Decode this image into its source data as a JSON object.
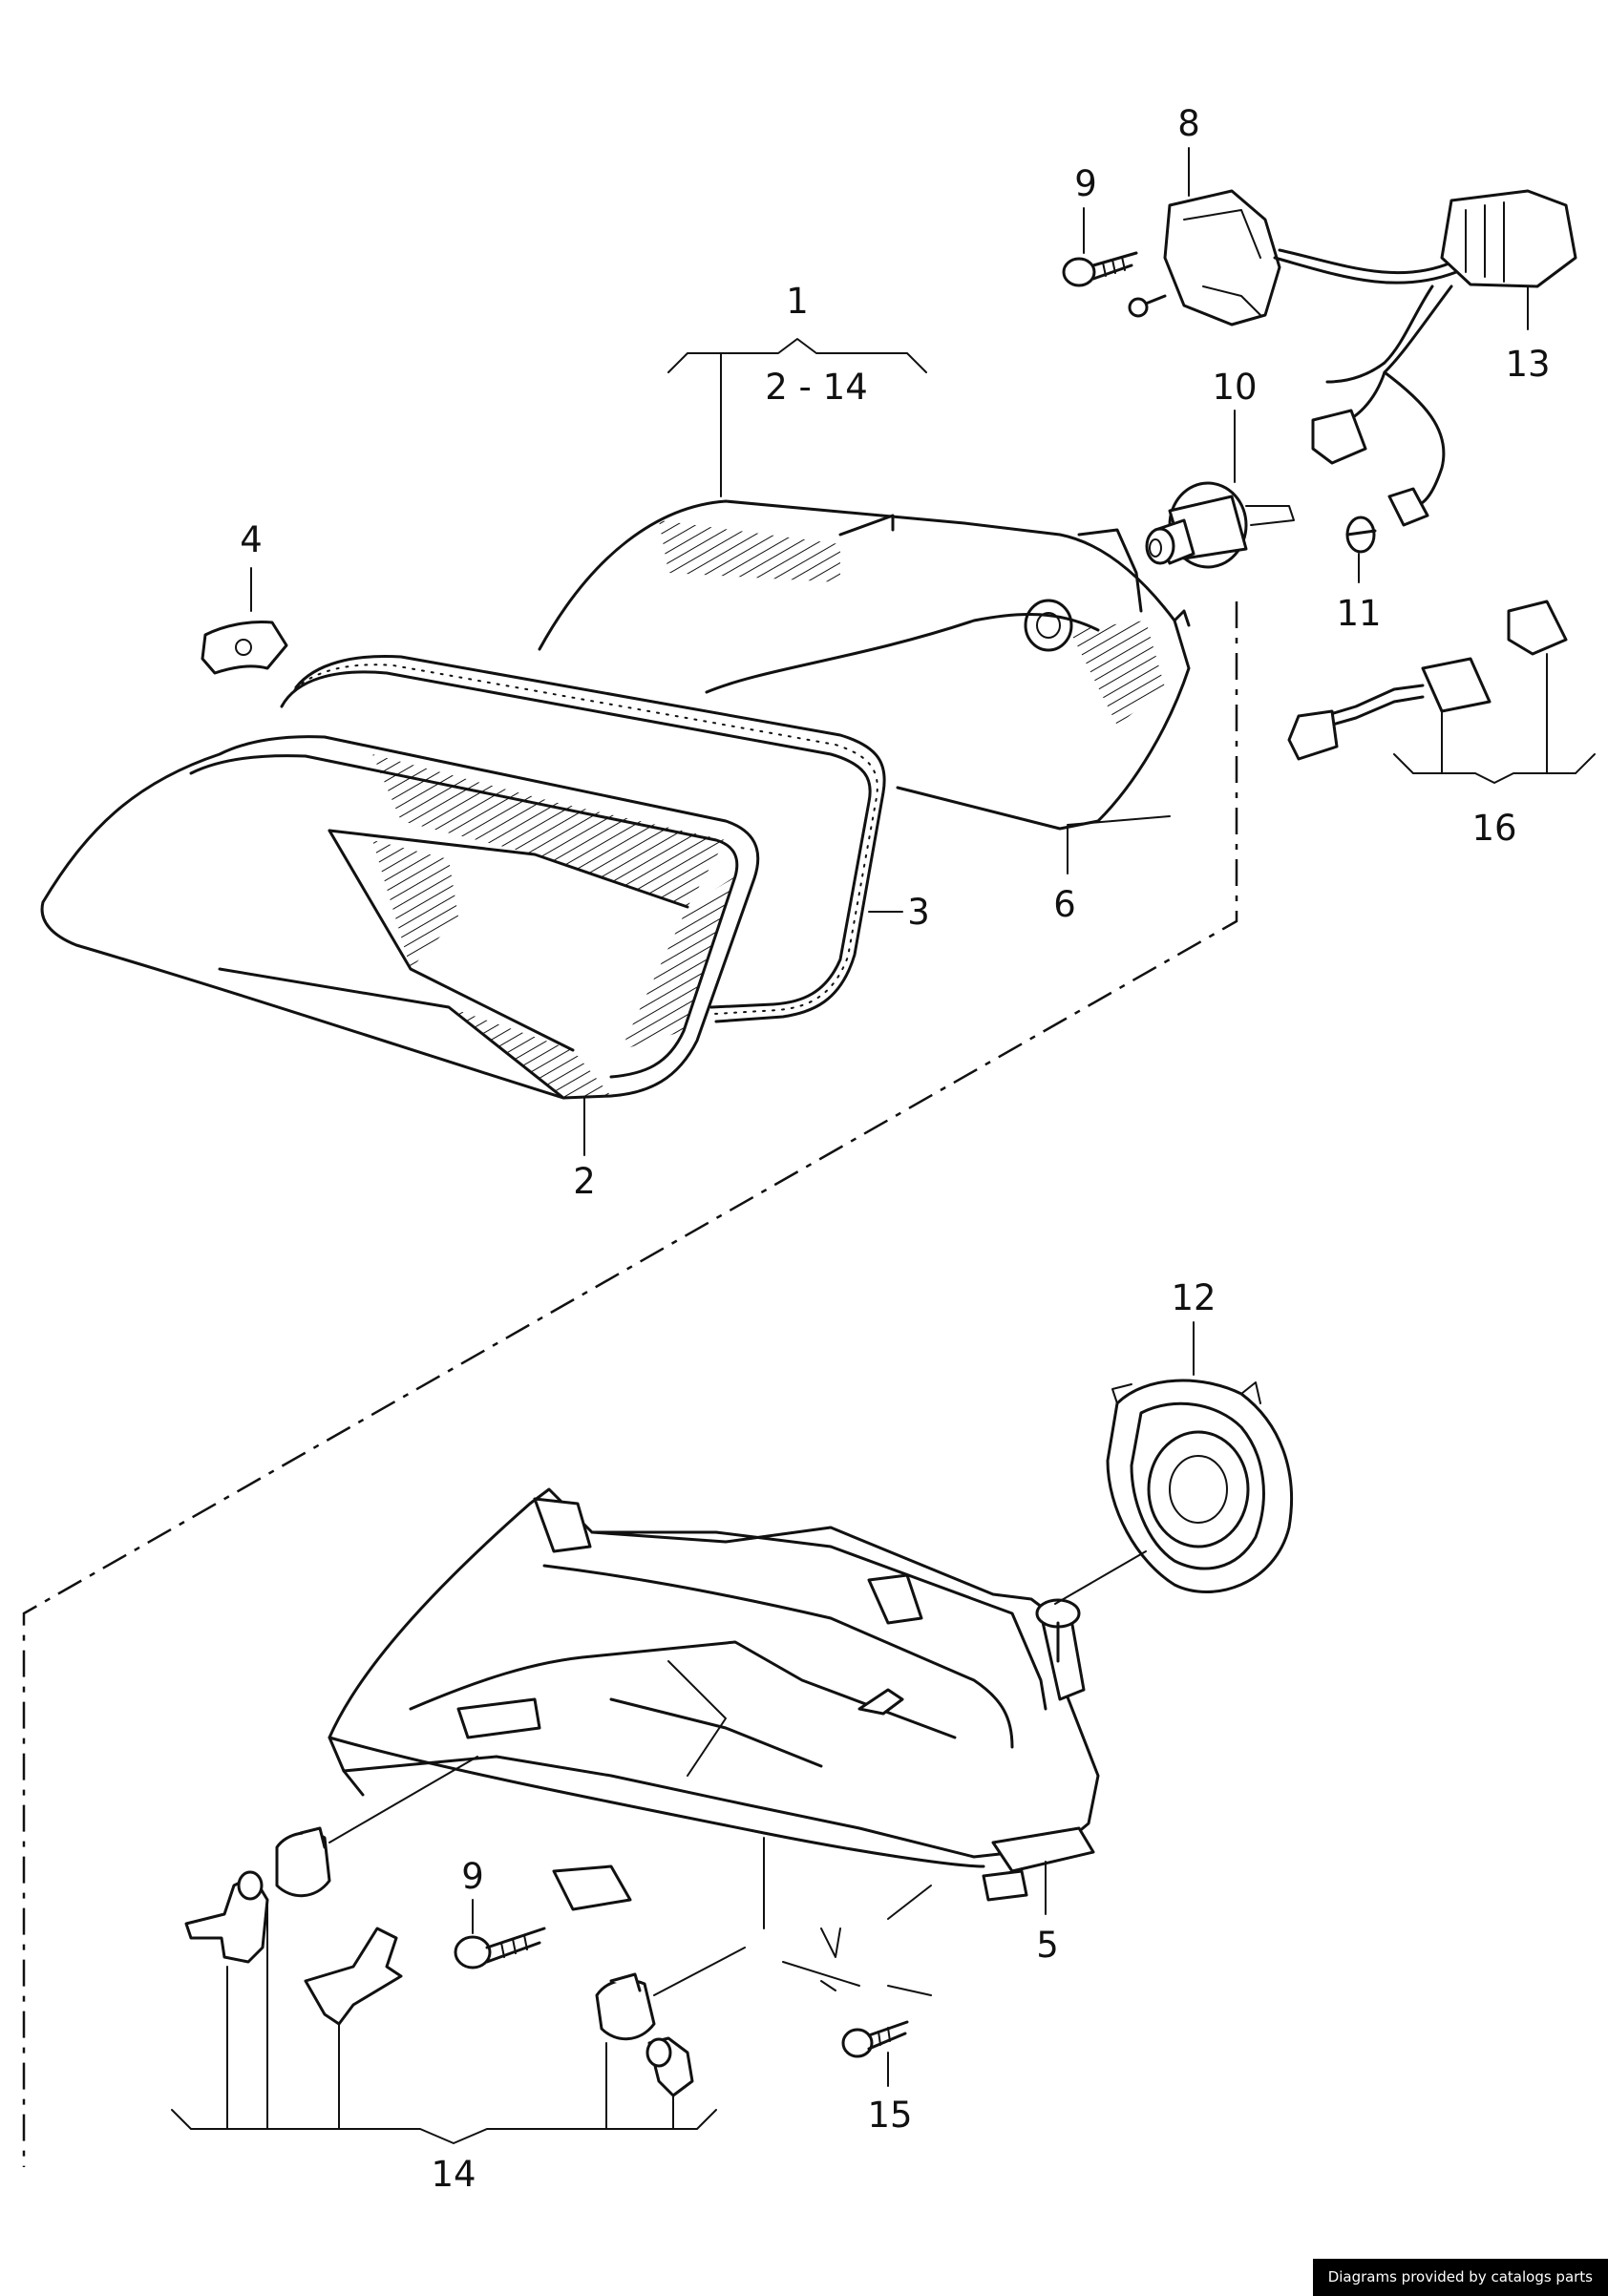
{
  "callouts": [
    {
      "id": "c1",
      "label": "1"
    },
    {
      "id": "c1-range",
      "label": "2 - 14"
    },
    {
      "id": "c2",
      "label": "2"
    },
    {
      "id": "c3",
      "label": "3"
    },
    {
      "id": "c4",
      "label": "4"
    },
    {
      "id": "c5",
      "label": "5"
    },
    {
      "id": "c6",
      "label": "6"
    },
    {
      "id": "c8",
      "label": "8"
    },
    {
      "id": "c9a",
      "label": "9"
    },
    {
      "id": "c9b",
      "label": "9"
    },
    {
      "id": "c10",
      "label": "10"
    },
    {
      "id": "c11",
      "label": "11"
    },
    {
      "id": "c12",
      "label": "12"
    },
    {
      "id": "c13",
      "label": "13"
    },
    {
      "id": "c14",
      "label": "14"
    },
    {
      "id": "c15",
      "label": "15"
    },
    {
      "id": "c16",
      "label": "16"
    }
  ],
  "watermark": "Diagrams provided by catalogs parts"
}
